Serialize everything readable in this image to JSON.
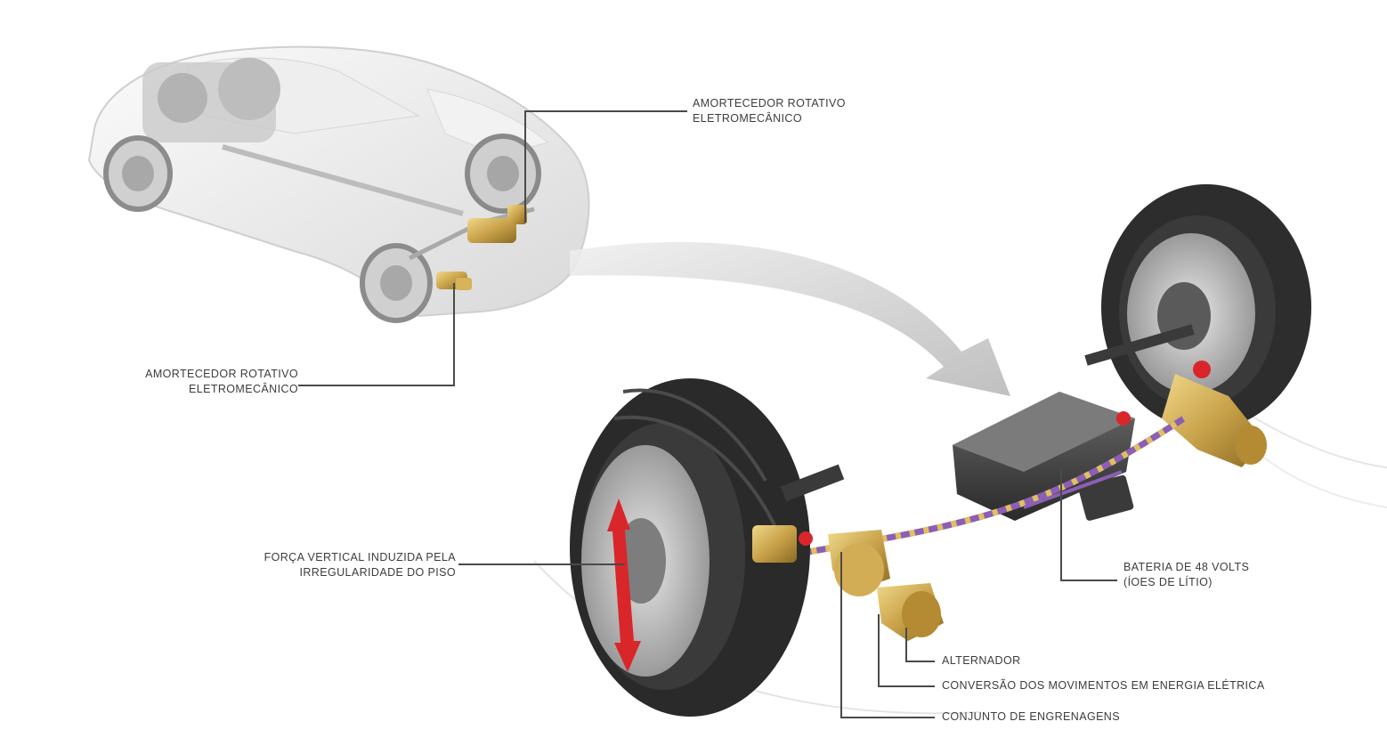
{
  "callouts": {
    "damper_top": {
      "line1": "AMORTECEDOR ROTATIVO",
      "line2": "ELETROMECÂNICO"
    },
    "damper_left": {
      "line1": "AMORTECEDOR ROTATIVO",
      "line2": "ELETROMECÂNICO"
    },
    "vertical_force": {
      "line1": "FORÇA VERTICAL INDUZIDA PELA",
      "line2": "IRREGULARIDADE DO PISO"
    },
    "battery": {
      "line1": "BATERIA DE 48 VOLTS",
      "line2": "(ÍOES DE LÍTIO)"
    },
    "alternator": "ALTERNADOR",
    "conversion": "CONVERSÃO DOS MOVIMENTOS EM ENERGIA ELÉTRICA",
    "gears": "CONJUNTO DE ENGRENAGENS"
  },
  "colors": {
    "leader_line": "#4a4a4a",
    "callout_text": "#3c3c3c",
    "arrow": "#c8c8c8",
    "tire": "#2a2a2a",
    "brass": "#c9a24a",
    "force_arrow": "#d9262b",
    "wiring": "#8b5fb3"
  }
}
